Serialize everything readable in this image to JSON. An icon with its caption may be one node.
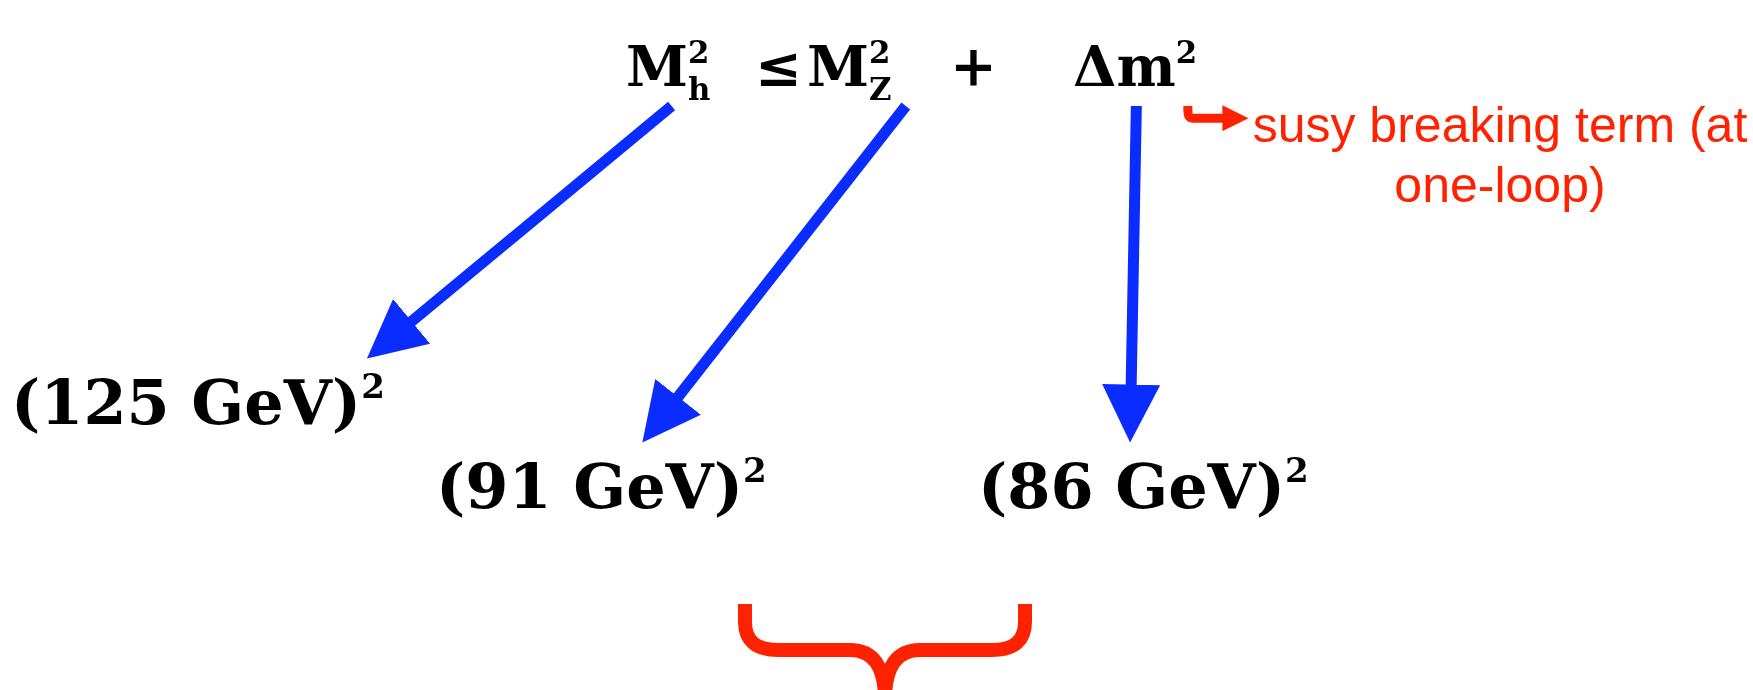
{
  "diagram": {
    "nodes": [
      {
        "text": [
          "M$_{h}$$^{2}$"
        ]
      },
      {
        "text": [
          "M$_{Z}$$^{2}$"
        ]
      },
      {
        "text": [
          "Δm$^{2}$"
        ]
      },
      {
        "text": [
          "(125 GeV)$^{2}$"
        ]
      },
      {
        "text": [
          "(91 GeV)$^{2}$"
        ]
      },
      {
        "text": [
          "(86 GeV)$^{2}$"
        ]
      },
      {
        "text": [
          "susy breaking term (at one-loop)"
        ]
      }
    ],
    "edges": [
      {
        "from": 0,
        "to": 3,
        "arrow": "to"
      },
      {
        "from": 1,
        "to": 4,
        "arrow": "to"
      },
      {
        "from": 2,
        "to": 5,
        "arrow": "to"
      },
      {
        "from": 2,
        "to": 6,
        "arrow": "to",
        "color": "#ff2200"
      }
    ],
    "labels": [
      "≤",
      "+"
    ]
  }
}
